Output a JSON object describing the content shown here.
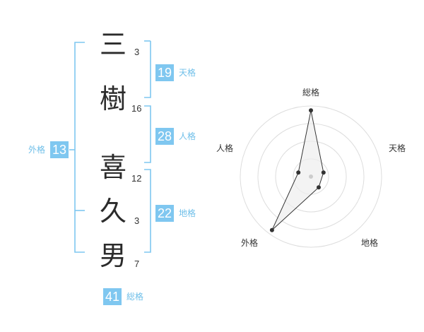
{
  "theme": {
    "accent": "#7fc7f0",
    "label_color": "#6fbfe9",
    "chart_line": "#333333",
    "chart_fill": "#eeeeee",
    "grid": "#dddddd"
  },
  "name": {
    "chars": [
      {
        "char": "三",
        "strokes": "3"
      },
      {
        "char": "樹",
        "strokes": "16"
      },
      {
        "char": "喜",
        "strokes": "12"
      },
      {
        "char": "久",
        "strokes": "3"
      },
      {
        "char": "男",
        "strokes": "7"
      }
    ]
  },
  "fortunes": {
    "tenkaku": {
      "value": "19",
      "label": "天格"
    },
    "jinkaku": {
      "value": "28",
      "label": "人格"
    },
    "chikaku": {
      "value": "22",
      "label": "地格"
    },
    "gaikaku": {
      "value": "13",
      "label": "外格"
    },
    "soukaku": {
      "value": "41",
      "label": "総格"
    }
  },
  "chart_data": {
    "type": "radar",
    "axes": [
      "総格",
      "天格",
      "地格",
      "外格",
      "人格"
    ],
    "values": [
      4,
      1,
      1,
      4,
      1
    ],
    "range": [
      0,
      4
    ],
    "rings": 4,
    "grid": true
  }
}
